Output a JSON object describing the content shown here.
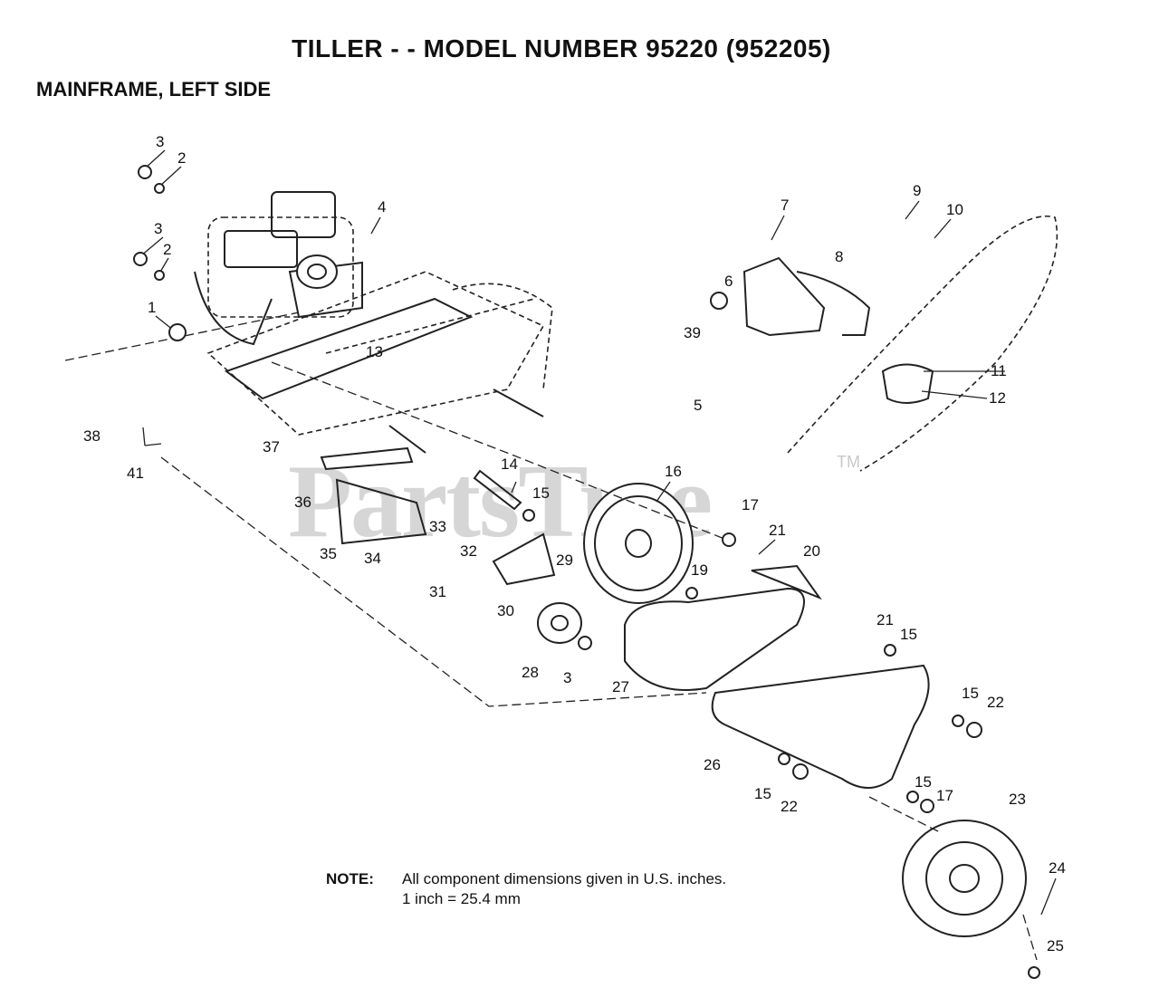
{
  "header": {
    "title": "TILLER - - MODEL NUMBER 95220 (952205)",
    "subtitle": "MAINFRAME, LEFT SIDE"
  },
  "watermark": {
    "text": "PartsTree",
    "tm": "TM"
  },
  "note": {
    "label": "NOTE:",
    "line1": "All component dimensions given in U.S. inches.",
    "line2": "1 inch = 25.4 mm"
  },
  "callouts": [
    "3",
    "2",
    "3",
    "2",
    "1",
    "4",
    "13",
    "37",
    "38",
    "41",
    "36",
    "35",
    "34",
    "33",
    "14",
    "15",
    "32",
    "31",
    "30",
    "29",
    "28",
    "3",
    "16",
    "17",
    "19",
    "21",
    "20",
    "27",
    "21",
    "15",
    "15",
    "22",
    "26",
    "15",
    "22",
    "15",
    "17",
    "23",
    "24",
    "25",
    "7",
    "9",
    "10",
    "8",
    "6",
    "39",
    "5",
    "11",
    "12"
  ]
}
